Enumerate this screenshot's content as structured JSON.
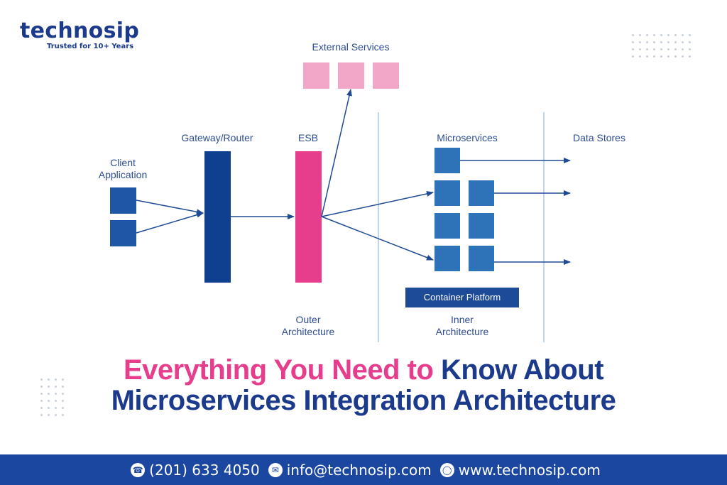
{
  "brand": {
    "name": "technosip",
    "tagline": "Trusted for 10+ Years"
  },
  "diagram": {
    "external_services_label": "External Services",
    "client_label_line1": "Client",
    "client_label_line2": "Application",
    "gateway_label": "Gateway/Router",
    "esb_label": "ESB",
    "microservices_label": "Microservices",
    "data_stores_label": "Data Stores",
    "outer_label_line1": "Outer",
    "outer_label_line2": "Architecture",
    "inner_label_line1": "Inner",
    "inner_label_line2": "Architecture",
    "container_platform_label": "Container Platform"
  },
  "colors": {
    "navy": "#1b3a8c",
    "gateway": "#0f3f8f",
    "esb": "#e63e8c",
    "external": "#f2a7c9",
    "microservice": "#2e72b8",
    "footer": "#1b47a0"
  },
  "headline": {
    "pink_part": "Everything You Need to",
    "navy_part": "Know About",
    "line2": "Microservices Integration Architecture"
  },
  "footer": {
    "phone": "(201) 633 4050",
    "email": "info@technosip.com",
    "website": "www.technosip.com",
    "phone_icon": "phone-icon",
    "email_icon": "mail-icon",
    "web_icon": "globe-icon"
  }
}
